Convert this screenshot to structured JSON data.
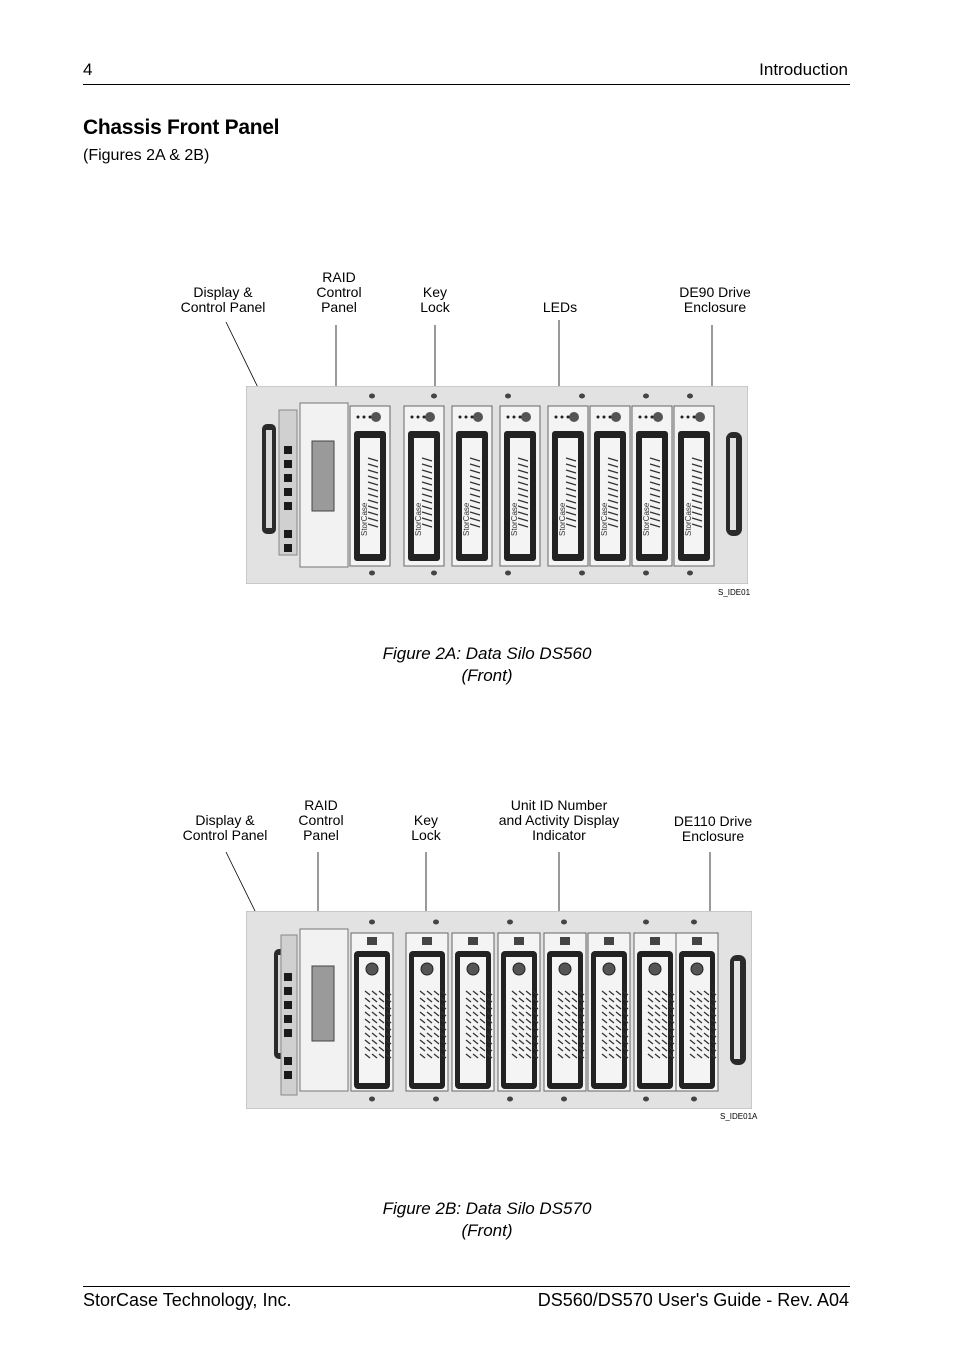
{
  "header": {
    "page_number": "4",
    "section": "Introduction"
  },
  "section": {
    "title": "Chassis Front Panel",
    "subtitle": "(Figures 2A & 2B)"
  },
  "figure_a": {
    "callouts": [
      "Display &\nControl Panel",
      "RAID\nControl\nPanel",
      "Key\nLock",
      "LEDs",
      "DE90 Drive\nEnclosure"
    ],
    "image_code": "S_IDE01",
    "caption_line1": "Figure 2A:  Data Silo DS560",
    "caption_line2": "(Front)",
    "drive_brand": "StorCase"
  },
  "figure_b": {
    "callouts": [
      "Display &\nControl Panel",
      "RAID\nControl\nPanel",
      "Key\nLock",
      "Unit ID Number\nand Activity Display\nIndicator",
      "DE110 Drive\nEnclosure"
    ],
    "image_code": "S_IDE01A",
    "caption_line1": "Figure 2B:  Data Silo DS570",
    "caption_line2": "(Front)"
  },
  "footer": {
    "company": "StorCase Technology, Inc.",
    "document": "DS560/DS570 User's Guide - Rev. A04"
  }
}
